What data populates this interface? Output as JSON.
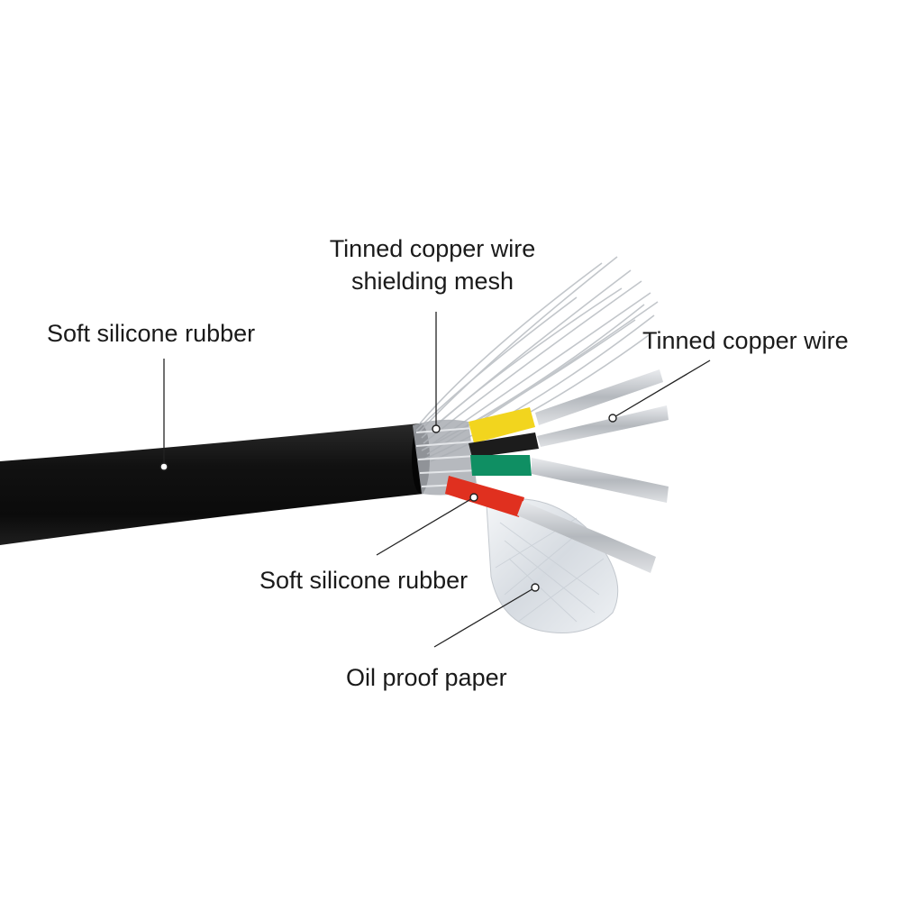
{
  "labels": {
    "outer_jacket": "Soft silicone rubber",
    "shield_line1": "Tinned copper wire",
    "shield_line2": "shielding mesh",
    "tinned_copper": "Tinned copper wire",
    "insulation": "Soft silicone rubber",
    "oil_paper": "Oil proof paper"
  },
  "colors": {
    "jacket": "#111111",
    "core_yellow": "#f2d51e",
    "core_black": "#1c1c1c",
    "core_green": "#0f8f63",
    "core_red": "#e0301f",
    "tinned_wire": "#c9ccd0",
    "leader": "#222222"
  }
}
